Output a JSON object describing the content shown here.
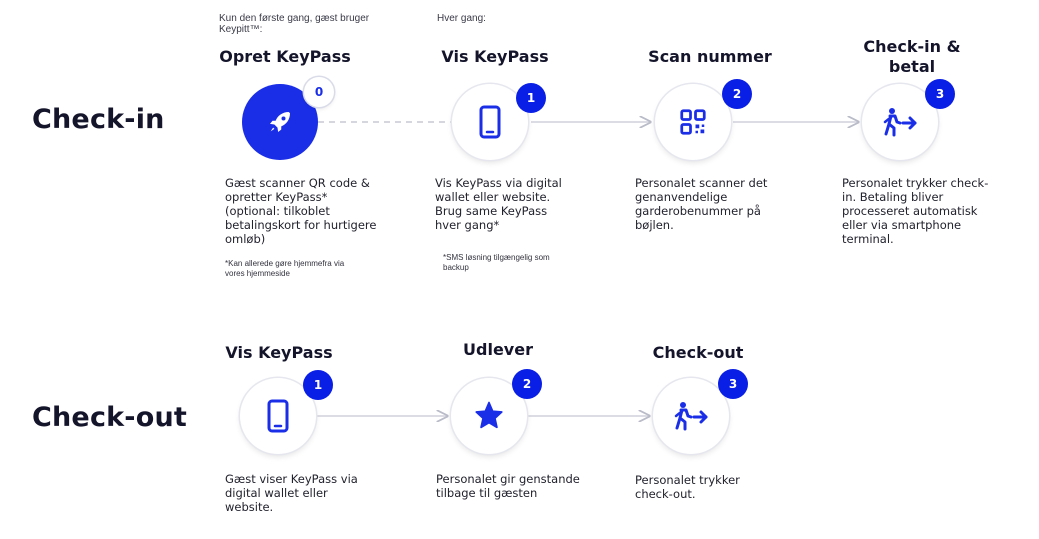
{
  "checkin": {
    "section_label": "Check-in",
    "note_first_time": "Kun den første gang, gæst bruger Keypitt™:",
    "note_every_time": "Hver gang:",
    "steps": [
      {
        "title": "Opret  KeyPass",
        "badge": "0",
        "icon": "rocket-icon",
        "description": "Gæst scanner QR code & opretter KeyPass* (optional: tilkoblet betalingskort for hurtigere omløb)",
        "footnote": "*Kan allerede gøre hjemmefra via vores hjemmeside"
      },
      {
        "title": "Vis KeyPass",
        "badge": "1",
        "icon": "phone-icon",
        "description": "Vis KeyPass via digital wallet eller website. Brug same KeyPass hver gang*",
        "footnote": "*SMS løsning tilgængelig som backup"
      },
      {
        "title": "Scan nummer",
        "badge": "2",
        "icon": "qr-code-icon",
        "description": "Personalet scanner det genanvendelige garderobenummer på bøjlen."
      },
      {
        "title": "Check-in & betal",
        "badge": "3",
        "icon": "walk-exit-icon",
        "description": "Personalet trykker check-in. Betaling bliver processeret automatisk eller via smartphone terminal."
      }
    ]
  },
  "checkout": {
    "section_label": "Check-out",
    "steps": [
      {
        "title": "Vis KeyPass",
        "badge": "1",
        "icon": "phone-icon",
        "description": "Gæst viser KeyPass via digital wallet eller website."
      },
      {
        "title": "Udlever",
        "badge": "2",
        "icon": "star-icon",
        "description": "Personalet gir genstande tilbage til gæsten"
      },
      {
        "title": "Check-out",
        "badge": "3",
        "icon": "walk-exit-icon",
        "description": "Personalet trykker check-out."
      }
    ]
  },
  "colors": {
    "accent": "#1a2ee8",
    "badge": "#0a1fe6",
    "connector": "#c8cad4",
    "text": "#14142b"
  }
}
